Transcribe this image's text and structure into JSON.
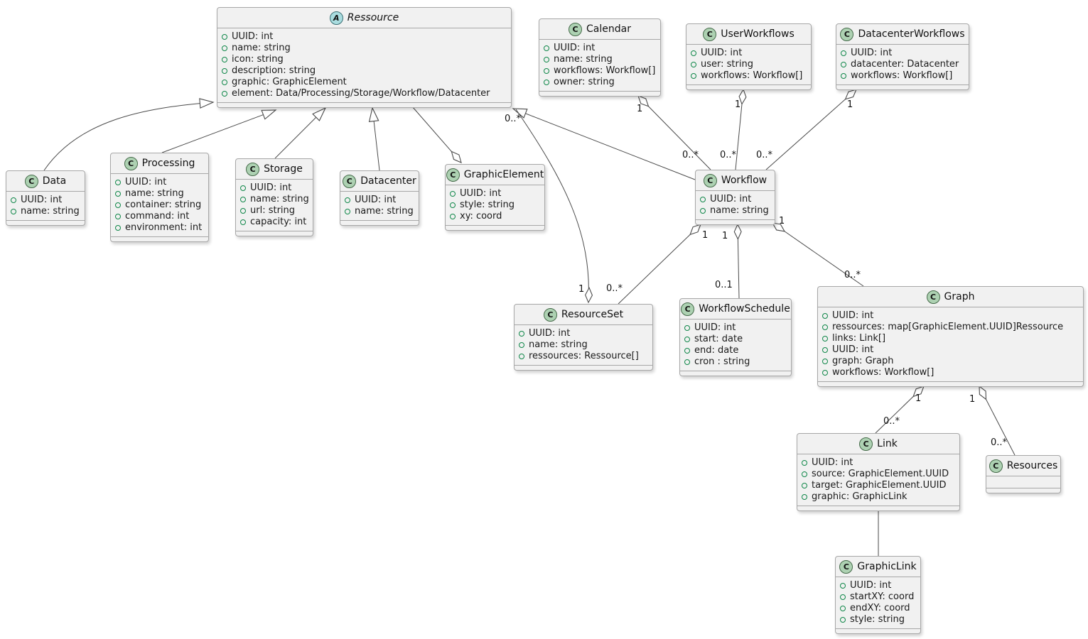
{
  "diagram": {
    "type": "uml-class-diagram",
    "classes": [
      {
        "name": "Ressource",
        "kind": "abstract",
        "icon_letter": "A",
        "attributes": [
          "UUID: int",
          "name: string",
          "icon: string",
          "description: string",
          "graphic: GraphicElement",
          "element: Data/Processing/Storage/Workflow/Datacenter"
        ]
      },
      {
        "name": "Calendar",
        "kind": "class",
        "icon_letter": "C",
        "attributes": [
          "UUID: int",
          "name: string",
          "workflows: Workflow[]",
          "owner: string"
        ]
      },
      {
        "name": "UserWorkflows",
        "kind": "class",
        "icon_letter": "C",
        "attributes": [
          "UUID: int",
          "user: string",
          "workflows: Workflow[]"
        ]
      },
      {
        "name": "DatacenterWorkflows",
        "kind": "class",
        "icon_letter": "C",
        "attributes": [
          "UUID: int",
          "datacenter: Datacenter",
          "workflows: Workflow[]"
        ]
      },
      {
        "name": "Data",
        "kind": "class",
        "icon_letter": "C",
        "attributes": [
          "UUID: int",
          "name: string"
        ]
      },
      {
        "name": "Processing",
        "kind": "class",
        "icon_letter": "C",
        "attributes": [
          "UUID: int",
          "name: string",
          "container: string",
          "command: int",
          "environment: int"
        ]
      },
      {
        "name": "Storage",
        "kind": "class",
        "icon_letter": "C",
        "attributes": [
          "UUID: int",
          "name: string",
          "url: string",
          "capacity: int"
        ]
      },
      {
        "name": "Datacenter",
        "kind": "class",
        "icon_letter": "C",
        "attributes": [
          "UUID: int",
          "name: string"
        ]
      },
      {
        "name": "GraphicElement",
        "kind": "class",
        "icon_letter": "C",
        "attributes": [
          "UUID: int",
          "style: string",
          "xy: coord"
        ]
      },
      {
        "name": "Workflow",
        "kind": "class",
        "icon_letter": "C",
        "attributes": [
          "UUID: int",
          "name: string"
        ]
      },
      {
        "name": "ResourceSet",
        "kind": "class",
        "icon_letter": "C",
        "attributes": [
          "UUID: int",
          "name: string",
          "ressources: Ressource[]"
        ]
      },
      {
        "name": "WorkflowSchedule",
        "kind": "class",
        "icon_letter": "C",
        "attributes": [
          "UUID: int",
          "start: date",
          "end: date",
          "cron : string"
        ]
      },
      {
        "name": "Graph",
        "kind": "class",
        "icon_letter": "C",
        "attributes": [
          "UUID: int",
          "ressources: map[GraphicElement.UUID]Ressource",
          "links: Link[]",
          "UUID: int",
          "graph: Graph",
          "workflows: Workflow[]"
        ]
      },
      {
        "name": "Link",
        "kind": "class",
        "icon_letter": "C",
        "attributes": [
          "UUID: int",
          "source: GraphicElement.UUID",
          "target: GraphicElement.UUID",
          "graphic: GraphicLink"
        ]
      },
      {
        "name": "Resources",
        "kind": "class",
        "icon_letter": "C",
        "attributes": []
      },
      {
        "name": "GraphicLink",
        "kind": "class",
        "icon_letter": "C",
        "attributes": [
          "UUID: int",
          "startXY: coord",
          "endXY: coord",
          "style: string"
        ]
      }
    ],
    "relationships": [
      {
        "from": "Data",
        "to": "Ressource",
        "type": "generalization"
      },
      {
        "from": "Processing",
        "to": "Ressource",
        "type": "generalization"
      },
      {
        "from": "Storage",
        "to": "Ressource",
        "type": "generalization"
      },
      {
        "from": "Datacenter",
        "to": "Ressource",
        "type": "generalization"
      },
      {
        "from": "Workflow",
        "to": "Ressource",
        "type": "generalization"
      },
      {
        "from": "GraphicElement",
        "to": "Ressource",
        "type": "aggregation"
      },
      {
        "from": "ResourceSet",
        "to": "Ressource",
        "type": "aggregation",
        "from_mult": "1",
        "to_mult": "0..*"
      },
      {
        "from": "Calendar",
        "to": "Workflow",
        "type": "aggregation",
        "from_mult": "1",
        "to_mult": "0..*"
      },
      {
        "from": "UserWorkflows",
        "to": "Workflow",
        "type": "aggregation",
        "from_mult": "1",
        "to_mult": "0..*"
      },
      {
        "from": "DatacenterWorkflows",
        "to": "Workflow",
        "type": "aggregation",
        "from_mult": "1",
        "to_mult": "0..*"
      },
      {
        "from": "Workflow",
        "to": "ResourceSet",
        "type": "aggregation",
        "from_mult": "1",
        "to_mult": "0..*"
      },
      {
        "from": "Workflow",
        "to": "WorkflowSchedule",
        "type": "aggregation",
        "from_mult": "1",
        "to_mult": "0..1"
      },
      {
        "from": "Workflow",
        "to": "Graph",
        "type": "aggregation",
        "from_mult": "1",
        "to_mult": "0..*"
      },
      {
        "from": "Graph",
        "to": "Link",
        "type": "aggregation",
        "from_mult": "1",
        "to_mult": "0..*"
      },
      {
        "from": "Graph",
        "to": "Resources",
        "type": "aggregation",
        "from_mult": "1",
        "to_mult": "0..*"
      },
      {
        "from": "Link",
        "to": "GraphicLink",
        "type": "association"
      }
    ],
    "colors": {
      "background": "#FFFFFF",
      "box_fill": "#F1F1F1",
      "box_border": "#A7A7A7",
      "line": "#4A4A4A",
      "class_icon_fill": "#ADD1B2",
      "abstract_icon_fill": "#A9DCDF",
      "field_icon_green": "#0E8748",
      "text": "#1A1A1A"
    }
  }
}
